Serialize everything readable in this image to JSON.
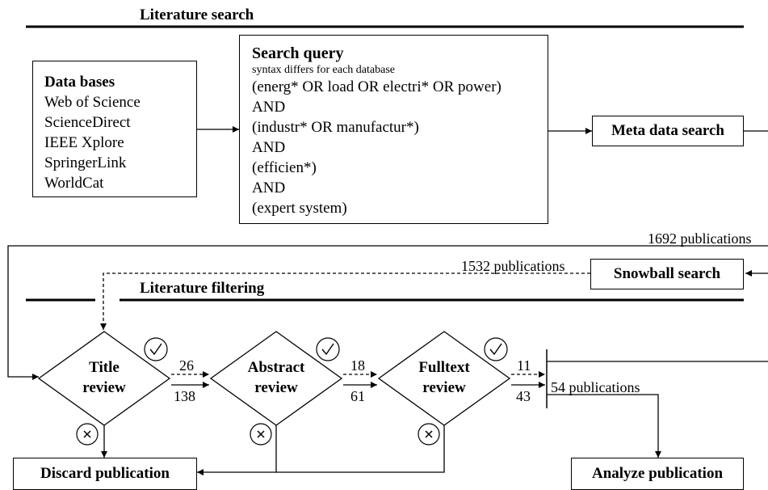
{
  "sections": {
    "search_title": "Literature search",
    "filter_title": "Literature filtering"
  },
  "databases": {
    "title": "Data bases",
    "items": [
      "Web of Science",
      "ScienceDirect",
      "IEEE Xplore",
      "SpringerLink",
      "WorldCat"
    ]
  },
  "query": {
    "title": "Search query",
    "subtitle": "syntax differs for each database",
    "lines": [
      "(energ* OR load OR electri* OR power)",
      "AND",
      "(industr* OR manufactur*)",
      "AND",
      "(efficien*)",
      "AND",
      "(expert system)"
    ]
  },
  "boxes": {
    "meta": "Meta data search",
    "snowball": "Snowball search",
    "discard": "Discard publication",
    "analyze": "Analyze publication"
  },
  "reviews": {
    "title": [
      "Title",
      "review"
    ],
    "abstract": [
      "Abstract",
      "review"
    ],
    "fulltext": [
      "Fulltext",
      "review"
    ]
  },
  "counts": {
    "meta_pubs": "1692 publications",
    "snowball_pubs": "1532 publications",
    "final_pubs": "54 publications",
    "title_snow": "26",
    "title_meta": "138",
    "abstract_snow": "18",
    "abstract_meta": "61",
    "fulltext_snow": "11",
    "fulltext_meta": "43"
  },
  "icons": {
    "accept": "check-circle-icon",
    "reject": "x-circle-icon"
  }
}
